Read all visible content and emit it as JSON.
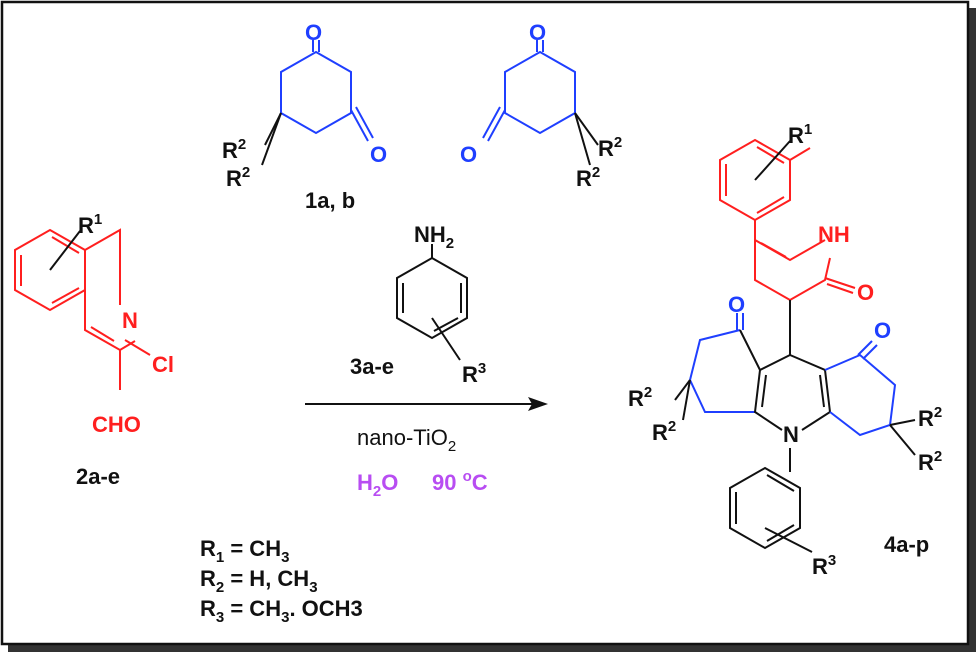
{
  "colors": {
    "quinoline": "#ff1f1f",
    "dione": "#1f3fff",
    "conditions": "#b84df2",
    "frame": "#111111"
  },
  "reactants": {
    "dione": {
      "label": "1a, b",
      "atom_O": "O",
      "sub": "R",
      "sub_num": "2"
    },
    "aldehyde": {
      "label": "2a-e",
      "sub": "R",
      "sub_num": "1",
      "atom_N": "N",
      "cl": "Cl",
      "cho": "CHO"
    },
    "aniline": {
      "label": "3a-e",
      "nh": "NH",
      "nh_num": "2",
      "sub": "R",
      "sub_num": "3"
    }
  },
  "conditions": {
    "catalyst_main": "nano-TiO",
    "catalyst_sub": "2",
    "solvent_main": "H",
    "solvent_sub": "2",
    "solvent_end": "O",
    "temp": "90 ",
    "temp_deg": "o",
    "temp_unit": "C"
  },
  "product": {
    "label": "4a-p",
    "nh": "NH",
    "atom_N": "N",
    "atom_O": "O",
    "r1": "R",
    "r1_num": "1",
    "r2": "R",
    "r2_num": "2",
    "r3": "R",
    "r3_num": "3"
  },
  "legend": [
    {
      "r": "R",
      "sub": "1",
      "rest": " = CH",
      "rest_sub": "3",
      "tail": ""
    },
    {
      "r": "R",
      "sub": "2",
      "rest": " = H, CH",
      "rest_sub": "3",
      "tail": ""
    },
    {
      "r": "R",
      "sub": "3",
      "rest": " = CH",
      "rest_sub": "3",
      "tail": ". OCH3"
    }
  ]
}
